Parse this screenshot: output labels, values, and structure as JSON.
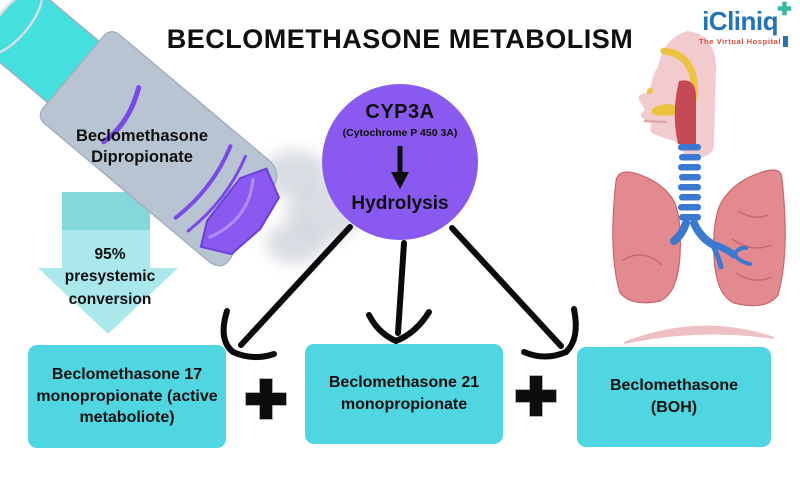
{
  "title": "BECLOMETHASONE METABOLISM",
  "logo": {
    "brand": "iCliniq",
    "tagline": "The Virtual Hospital"
  },
  "inhaler": {
    "label": "Beclomethasone Dipropionate"
  },
  "conversion_arrow": {
    "lines": [
      "95%",
      "presystemic",
      "conversion"
    ]
  },
  "enzyme": {
    "name": "CYP3A",
    "full_name": "(Cytochrome P 450 3A)",
    "process": "Hydrolysis"
  },
  "products": [
    {
      "label": "Beclomethasone 17 monopropionate (active metaboliote)"
    },
    {
      "label": "Beclomethasone 21 monopropionate"
    },
    {
      "label": "Beclomethasone (BOH)"
    }
  ],
  "icons": {
    "plus_operator": "plus-icon",
    "hydrolysis_arrow": "arrow-down-icon",
    "inhaler": "inhaler-illustration",
    "respiratory_tract": "respiratory-tract-illustration",
    "logo_plus": "medical-plus-icon"
  },
  "colors": {
    "enzyme_circle": "#8a5af0",
    "product_box": "#4fd6e0",
    "conversion_arrow": "#aae8ec",
    "conversion_arrow_dark": "#84d8dc",
    "inhaler_body": "#b9c4d3",
    "inhaler_canister": "#45e0dd",
    "inhaler_accent": "#7a4ae8",
    "logo_blue": "#2273b8",
    "logo_teal": "#36b8a2",
    "logo_red": "#e2493c",
    "lung_pink": "#e28a90",
    "trachea_blue": "#3b78cf",
    "arrow_black": "#0b0b0b"
  }
}
